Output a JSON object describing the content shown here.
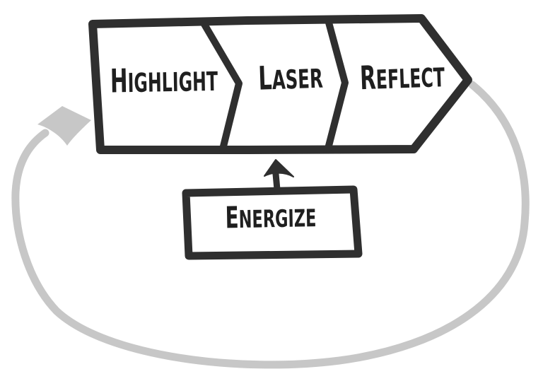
{
  "diagram": {
    "stages": [
      {
        "label": "HIGHLIGHT"
      },
      {
        "label": "LASER"
      },
      {
        "label": "REFLECT"
      }
    ],
    "energizer": {
      "label": "ENERGIZE"
    },
    "icons": {
      "feedback_loop": "loop-arrow-icon",
      "energize_arrow": "up-arrow-icon"
    }
  },
  "colors": {
    "ink": "#2f2f2f",
    "loop_gray": "#c7c7c7",
    "background": "#ffffff",
    "text": "#1f1f1f"
  }
}
